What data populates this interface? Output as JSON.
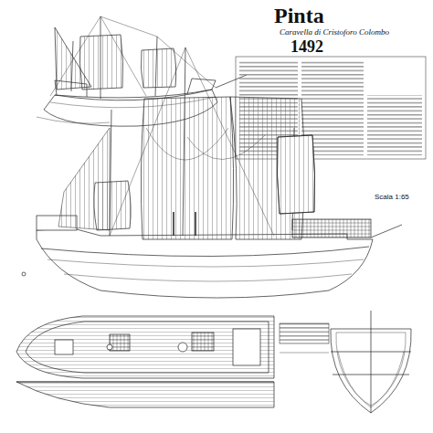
{
  "diagram": {
    "title": "Pinta",
    "labels": [
      "Caravella di Cristoforo Colombo",
      "1492",
      "Scala 1:65"
    ]
  }
}
